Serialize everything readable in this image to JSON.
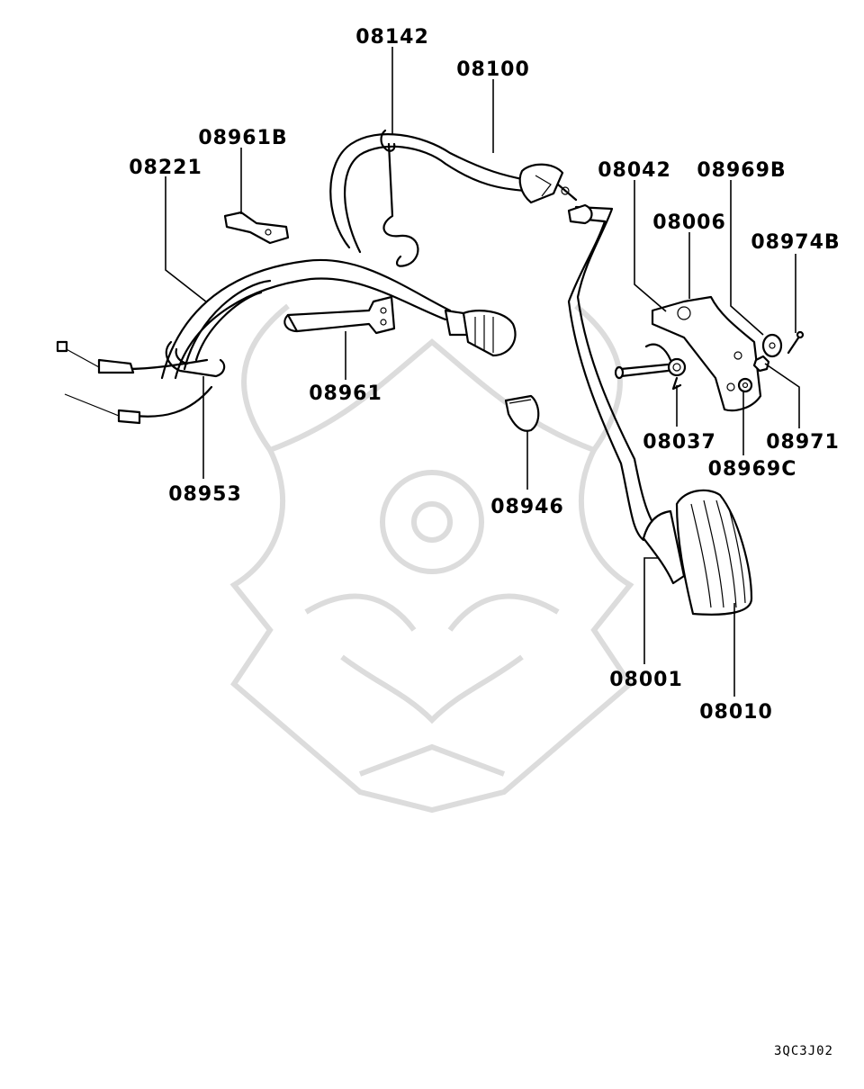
{
  "diagram": {
    "drawing_code": "3QC3J02",
    "parts": [
      {
        "id": "08142",
        "label": "08142"
      },
      {
        "id": "08100",
        "label": "08100"
      },
      {
        "id": "08961B",
        "label": "08961B"
      },
      {
        "id": "08221",
        "label": "08221"
      },
      {
        "id": "08042",
        "label": "08042"
      },
      {
        "id": "08969B",
        "label": "08969B"
      },
      {
        "id": "08006",
        "label": "08006"
      },
      {
        "id": "08974B",
        "label": "08974B"
      },
      {
        "id": "08961",
        "label": "08961"
      },
      {
        "id": "08953",
        "label": "08953"
      },
      {
        "id": "08037",
        "label": "08037"
      },
      {
        "id": "08971",
        "label": "08971"
      },
      {
        "id": "08969C",
        "label": "08969C"
      },
      {
        "id": "08946",
        "label": "08946"
      },
      {
        "id": "08001",
        "label": "08001"
      },
      {
        "id": "08010",
        "label": "08010"
      }
    ]
  }
}
